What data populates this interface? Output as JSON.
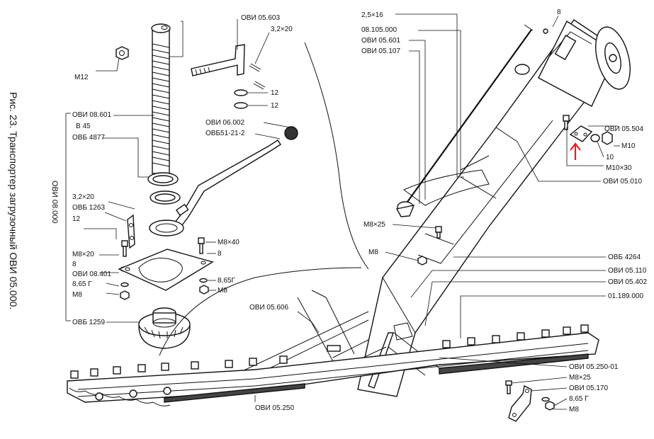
{
  "caption": "Рис. 23. Транспортер загрузочный ОВИ 05.000.",
  "section_label": "ОВИ 08.000",
  "labels": {
    "m12": "M12",
    "ovi08601": "ОВИ 08.601",
    "v45": "В 45",
    "ovb4877": "ОВБ 4877",
    "s32x20a": "3,2×20",
    "ovb1263": "ОВБ 1263",
    "n12a": "12",
    "m8x20": "M8×20",
    "n8a": "8",
    "ovi08401": "ОВИ 08.401",
    "n865a": "8,65 Г",
    "m8a": "M8",
    "ovb1259": "ОВБ 1259",
    "ovi05603": "ОВИ 05.603",
    "s32x20b": "3,2×20",
    "n12b": "12",
    "n12c": "12",
    "ovi06002": "ОВИ 06.002",
    "ovb51212": "ОВБ51-21-2",
    "m8x40": "M8×40",
    "n8b": "8",
    "n865b": "8,65Г",
    "m8b": "M8",
    "ovi05606": "ОВИ 05.606",
    "ovi05250": "ОВИ 05.250",
    "s25x16": "2,5×16",
    "n8c": "8",
    "n08105000": "08.105.000",
    "ovi05601": "ОВИ 05.601",
    "ovi05107": "ОВИ 05.107",
    "ovi05504": "ОВИ 05.504",
    "m10": "M10",
    "n10": "10",
    "m10x30": "M10×30",
    "ovi05010": "ОВИ 05.010",
    "m8x25a": "M8×25",
    "m8c": "M8",
    "ovb4264": "ОВБ 4264",
    "ovi05110": "ОВИ 05.110",
    "ovi05402": "ОВИ 05.402",
    "n01189000": "01.189.000",
    "ovi05250_01": "ОВИ 05.250-01",
    "m8x25b": "M8×25",
    "ovi05170": "ОВИ 05.170",
    "n865c": "8,65 Г",
    "m8d": "M8"
  },
  "colors": {
    "ink": "#111111",
    "arrow": "#e02020",
    "paper": "#ffffff"
  }
}
